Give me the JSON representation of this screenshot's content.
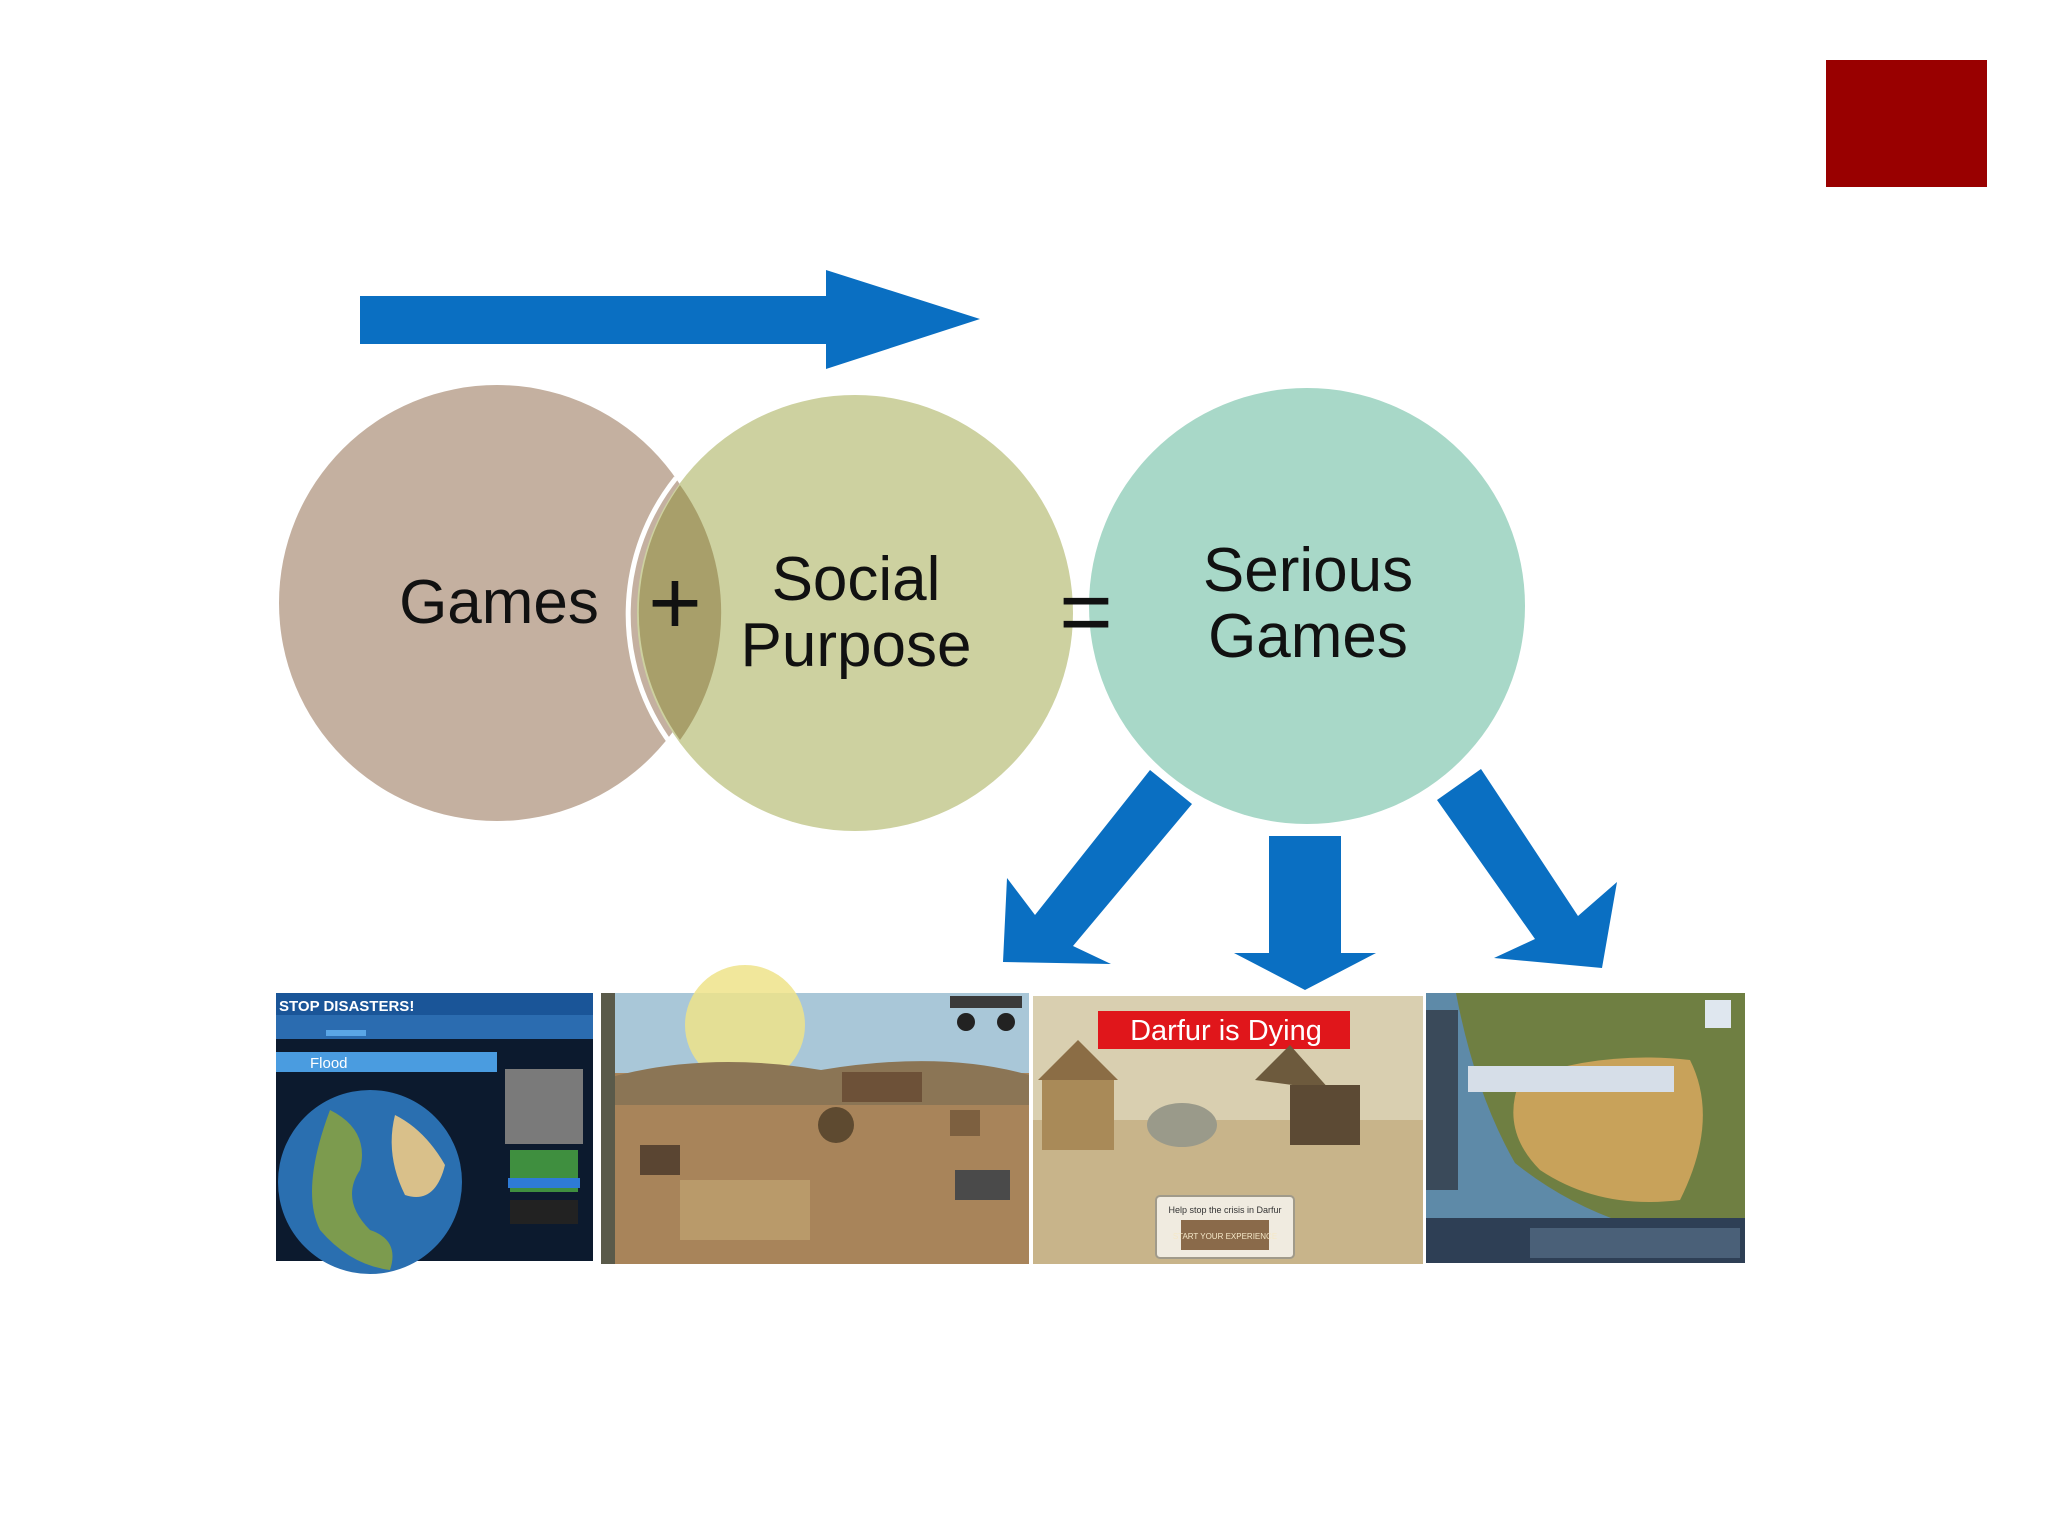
{
  "slide": {
    "accent_color": "#990000",
    "arrow_color": "#0a6fc2"
  },
  "venn": {
    "circles": [
      {
        "label": "Games",
        "color": "#c4b0a0"
      },
      {
        "label_lines": [
          "Social",
          "Purpose"
        ],
        "color": "#cdd1a0"
      },
      {
        "label_lines": [
          "Serious",
          "Games"
        ],
        "color": "#a8d8c8"
      }
    ],
    "overlap_color": "#a89f6a",
    "plus": "+",
    "equals": "="
  },
  "screenshots": [
    {
      "title": "STOP DISASTERS!",
      "panel_label": "Flood",
      "subject": "earth-globe"
    },
    {
      "subject": "farm-village"
    },
    {
      "banner": "Darfur is Dying",
      "caption": "Help stop the crisis in Darfur",
      "button": "START YOUR EXPERIENCE"
    },
    {
      "subject": "island-map"
    }
  ]
}
